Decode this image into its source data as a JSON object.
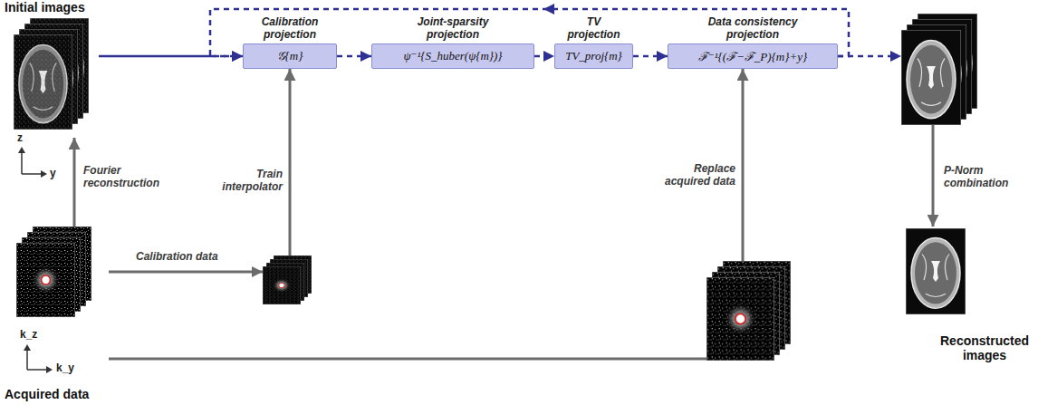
{
  "diagram": {
    "nodes": [
      {
        "text": [
          "Initial images"
        ]
      },
      {
        "text": [
          "Calibration projection",
          "𝒢{m}"
        ]
      },
      {
        "text": [
          "Joint-sparsity projection",
          "ψ⁻¹{S_huber(ψ{m})}"
        ]
      },
      {
        "text": [
          "TV projection",
          "TV_proj{m}"
        ]
      },
      {
        "text": [
          "Data consistency projection",
          "ℱ⁻¹{(ℱ−ℱ_P){m}+y}"
        ]
      },
      {
        "text": [
          "Acquired data"
        ]
      },
      {
        "text": [
          "Reconstructed images"
        ]
      }
    ],
    "edges": [
      {
        "from": 0,
        "to": 1,
        "arrow": "to"
      },
      {
        "from": 1,
        "to": 2,
        "arrow": "to"
      },
      {
        "from": 2,
        "to": 3,
        "arrow": "to"
      },
      {
        "from": 3,
        "to": 4,
        "arrow": "to"
      },
      {
        "from": 4,
        "to": 1,
        "arrow": "to"
      },
      {
        "from": 5,
        "to": 0,
        "arrow": "to",
        "label": "Fourier reconstruction"
      },
      {
        "from": 5,
        "to": 1,
        "arrow": "to",
        "label": "Calibration data"
      },
      {
        "from": 5,
        "to": 4,
        "arrow": "to",
        "label": "Replace acquired data"
      },
      {
        "from": 4,
        "to": 6,
        "arrow": "to",
        "label": "P-Norm combination"
      }
    ],
    "labels": [
      "Train interpolator",
      "z",
      "y",
      "k_z",
      "k_y"
    ]
  }
}
